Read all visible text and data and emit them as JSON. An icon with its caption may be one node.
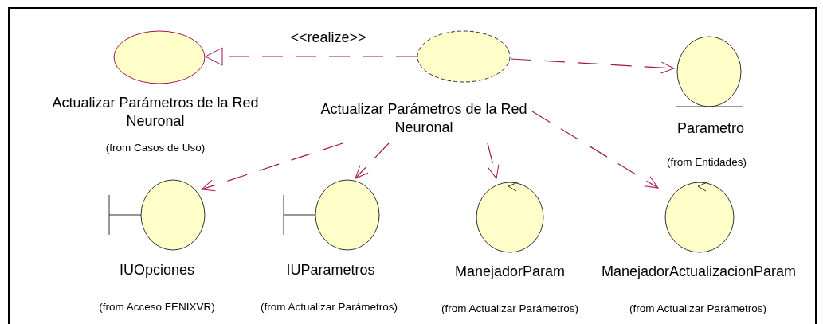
{
  "diagram": {
    "nodes": [
      {
        "text": [
          "Actualizar Parámetros de la Red Neuronal",
          "(from Casos de Uso)"
        ]
      },
      {
        "text": [
          "Actualizar Parámetros de la Red Neuronal"
        ]
      },
      {
        "text": [
          "Parametro",
          "(from Entidades)"
        ]
      },
      {
        "text": [
          "IUOpciones",
          "(from Acceso FENIXVR)"
        ]
      },
      {
        "text": [
          "IUParametros",
          "(from Actualizar Parámetros)"
        ]
      },
      {
        "text": [
          "ManejadorParam",
          "(from Actualizar Parámetros)"
        ]
      },
      {
        "text": [
          "ManejadorActualizacionParam",
          "(from Actualizar Parámetros)"
        ]
      }
    ],
    "edges": [
      {
        "from": 1,
        "to": 0,
        "arrow": "to",
        "label": "<<realize>>",
        "style": "dashed"
      },
      {
        "from": 1,
        "to": 2,
        "arrow": "to",
        "style": "dashed"
      },
      {
        "from": 1,
        "to": 3,
        "arrow": "to",
        "style": "dashed"
      },
      {
        "from": 1,
        "to": 4,
        "arrow": "to",
        "style": "dashed"
      },
      {
        "from": 1,
        "to": 5,
        "arrow": "to",
        "style": "dashed"
      },
      {
        "from": 1,
        "to": 6,
        "arrow": "to",
        "style": "dashed"
      }
    ]
  }
}
